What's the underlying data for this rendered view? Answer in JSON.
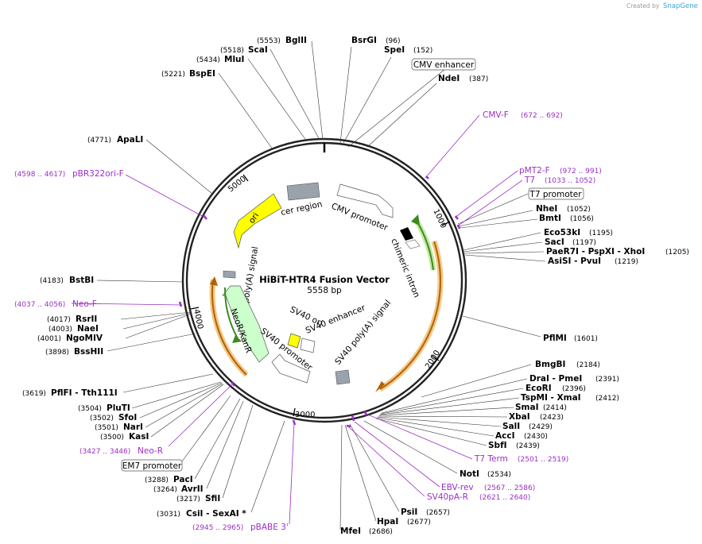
{
  "credit": {
    "created_by": "Created by",
    "brand": "SnapGene"
  },
  "map": {
    "name": "HiBiT-HTR4 Fusion Vector",
    "length_label": "5558 bp",
    "total_bp": 5558
  },
  "ticks": [
    {
      "bp": 1000,
      "label": "1000"
    },
    {
      "bp": 2000,
      "label": "2000"
    },
    {
      "bp": 3000,
      "label": "3000"
    },
    {
      "bp": 4000,
      "label": "4000"
    },
    {
      "bp": 5000,
      "label": "5000"
    }
  ],
  "sites": [
    {
      "name": "BsrGI",
      "pos": "(96)"
    },
    {
      "name": "SpeI",
      "pos": "(152)"
    },
    {
      "name": "NdeI",
      "pos": "(387)"
    },
    {
      "name": "NheI",
      "pos": "(1052)"
    },
    {
      "name": "BmtI",
      "pos": "(1056)"
    },
    {
      "name": "Eco53kI",
      "pos": "(1195)"
    },
    {
      "name": "SacI",
      "pos": "(1197)"
    },
    {
      "name": "PaeR7I - PspXI - XhoI",
      "pos": "(1205)"
    },
    {
      "name": "AsiSI - PvuI",
      "pos": "(1219)"
    },
    {
      "name": "PflMI",
      "pos": "(1601)"
    },
    {
      "name": "BmgBI",
      "pos": "(2184)"
    },
    {
      "name": "DraI - PmeI",
      "pos": "(2391)"
    },
    {
      "name": "EcoRI",
      "pos": "(2396)"
    },
    {
      "name": "TspMI - XmaI",
      "pos": "(2412)"
    },
    {
      "name": "SmaI",
      "pos": "(2414)"
    },
    {
      "name": "XbaI",
      "pos": "(2423)"
    },
    {
      "name": "SalI",
      "pos": "(2429)"
    },
    {
      "name": "AccI",
      "pos": "(2430)"
    },
    {
      "name": "SbfI",
      "pos": "(2439)"
    },
    {
      "name": "NotI",
      "pos": "(2534)"
    },
    {
      "name": "PsiI",
      "pos": "(2657)"
    },
    {
      "name": "HpaI",
      "pos": "(2677)"
    },
    {
      "name": "MfeI",
      "pos": "(2686)"
    },
    {
      "name": "CsiI - SexAI *",
      "pos": "(3031)"
    },
    {
      "name": "SfiI",
      "pos": "(3217)"
    },
    {
      "name": "AvrII",
      "pos": "(3264)"
    },
    {
      "name": "PacI",
      "pos": "(3288)"
    },
    {
      "name": "KasI",
      "pos": "(3500)"
    },
    {
      "name": "NarI",
      "pos": "(3501)"
    },
    {
      "name": "SfoI",
      "pos": "(3502)"
    },
    {
      "name": "PluTI",
      "pos": "(3504)"
    },
    {
      "name": "PflFI - Tth111I",
      "pos": "(3619)"
    },
    {
      "name": "BssHII",
      "pos": "(3898)"
    },
    {
      "name": "NgoMIV",
      "pos": "(4001)"
    },
    {
      "name": "NaeI",
      "pos": "(4003)"
    },
    {
      "name": "RsrII",
      "pos": "(4017)"
    },
    {
      "name": "BstBI",
      "pos": "(4183)"
    },
    {
      "name": "ApaLI",
      "pos": "(4771)"
    },
    {
      "name": "BspEI",
      "pos": "(5221)"
    },
    {
      "name": "MluI",
      "pos": "(5434)"
    },
    {
      "name": "ScaI",
      "pos": "(5518)"
    },
    {
      "name": "BglII",
      "pos": "(5553)"
    }
  ],
  "primers": [
    {
      "name": "CMV-F",
      "pos": "(672 .. 692)"
    },
    {
      "name": "pMT2-F",
      "pos": "(972 .. 991)"
    },
    {
      "name": "T7",
      "pos": "(1033 .. 1052)"
    },
    {
      "name": "T7 Term",
      "pos": "(2501 .. 2519)"
    },
    {
      "name": "EBV-rev",
      "pos": "(2567 .. 2586)"
    },
    {
      "name": "SV40pA-R",
      "pos": "(2621 .. 2640)"
    },
    {
      "name": "pBABE 3'",
      "pos": "(2945 .. 2965)"
    },
    {
      "name": "Neo-R",
      "pos": "(3427 .. 3446)"
    },
    {
      "name": "Neo-F",
      "pos": "(4037 .. 4056)"
    },
    {
      "name": "pBR322ori-F",
      "pos": "(4598 .. 4617)"
    }
  ],
  "boxed_features": [
    {
      "name": "CMV enhancer"
    },
    {
      "name": "T7 promoter"
    },
    {
      "name": "EM7 promoter"
    }
  ],
  "features": [
    {
      "name": "cer region",
      "color": "#9aa3ab"
    },
    {
      "name": "CMV promoter",
      "color": "#ffffff"
    },
    {
      "name": "chimeric intron",
      "color": "#000000"
    },
    {
      "name": "ori",
      "color": "#ffff00"
    },
    {
      "name": "poly(A) signal",
      "color": "#9aa3ab"
    },
    {
      "name": "NeoR/KanR",
      "color": "#ccffcc"
    },
    {
      "name": "SV40 promoter",
      "color": "#ffffff"
    },
    {
      "name": "SV40 ori",
      "color": "#ffff00"
    },
    {
      "name": "SV40 enhancer",
      "color": "#ffffff"
    },
    {
      "name": "SV40 poly(A) signal",
      "color": "#9aa3ab"
    }
  ],
  "colors": {
    "backbone": "#222222",
    "primer": "#9a2fc4",
    "cds_highlight": "#f2c983",
    "cds_arrow": "#b35f0a",
    "green_highlight": "#c6eaa2",
    "green_arrow": "#3c8a1e",
    "ori": "#ffff00",
    "neo": "#ccffcc",
    "gray_feature": "#9aa3ab"
  }
}
